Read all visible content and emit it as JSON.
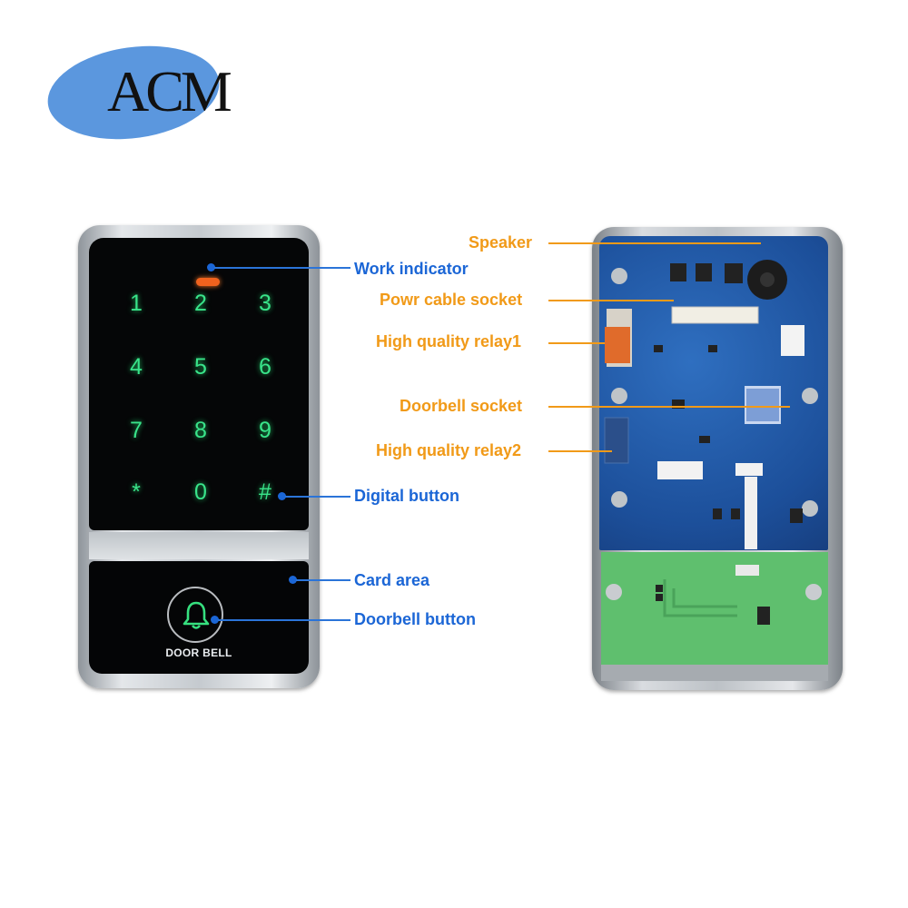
{
  "logo": {
    "text": "ACM"
  },
  "front_panel": {
    "keys": [
      "1",
      "2",
      "3",
      "4",
      "5",
      "6",
      "7",
      "8",
      "9",
      "*",
      "0",
      "#"
    ],
    "doorbell_label": "DOOR BELL"
  },
  "front_labels": {
    "work_indicator": "Work indicator",
    "digital_button": "Digital button",
    "card_area": "Card area",
    "doorbell_button": "Doorbell button"
  },
  "back_labels": {
    "speaker": "Speaker",
    "power_cable_socket": "Powr cable socket",
    "relay1": "High quality relay1",
    "doorbell_socket": "Doorbell socket",
    "relay2": "High quality relay2"
  },
  "colors": {
    "front_label_color": "#1b66d6",
    "back_label_color": "#f19a18",
    "key_glow": "#39e48a",
    "indicator": "#f0621e",
    "logo_ellipse": "#5b97de"
  }
}
